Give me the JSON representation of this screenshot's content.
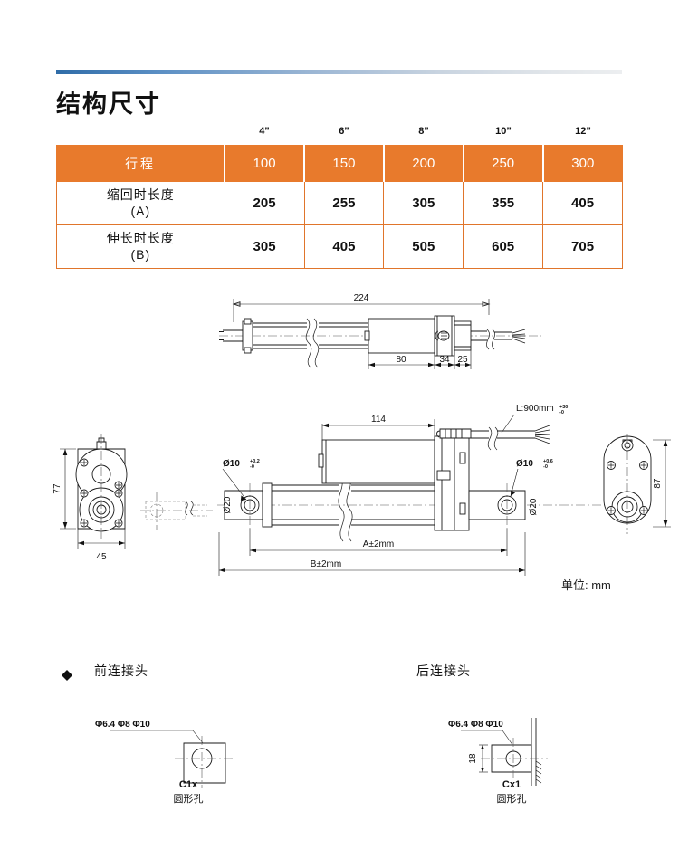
{
  "page": {
    "title": "结构尺寸",
    "unit_note": "单位: mm"
  },
  "table": {
    "inch_labels": [
      "4”",
      "6”",
      "8”",
      "10”",
      "12”"
    ],
    "rows": [
      {
        "label": "行程",
        "sub": "",
        "values": [
          "100",
          "150",
          "200",
          "250",
          "300"
        ]
      },
      {
        "label": "缩回时长度",
        "sub": "(A)",
        "values": [
          "205",
          "255",
          "305",
          "355",
          "405"
        ]
      },
      {
        "label": "伸长时长度",
        "sub": "(B)",
        "values": [
          "305",
          "405",
          "505",
          "605",
          "705"
        ]
      }
    ],
    "header_color": "#E87A2C"
  },
  "drawing_top": {
    "overall": "224",
    "motor_len": "80",
    "gear_len": "34",
    "end_len": "25"
  },
  "drawing_main": {
    "motor_len": "114",
    "cable_label": "L:900mm",
    "cable_tol_up": "+30",
    "cable_tol_dn": "-0",
    "hole_left": "Ø10",
    "hole_left_tol_up": "+0.2",
    "hole_left_tol_dn": "-0",
    "hole_right": "Ø10",
    "hole_right_tol_up": "+0.6",
    "hole_right_tol_dn": "-0",
    "boss_left": "Ø20",
    "boss_right": "Ø20",
    "dim_A": "A±2mm",
    "dim_B": "B±2mm"
  },
  "view_left": {
    "height": "77",
    "width": "45"
  },
  "view_right": {
    "height": "87"
  },
  "connectors": {
    "front_heading": "前连接头",
    "rear_heading": "后连接头",
    "front": {
      "holes": "Φ6.4  Φ8  Φ10",
      "code": "C1x",
      "desc": "圆形孔"
    },
    "rear": {
      "holes": "Φ6.4  Φ8  Φ10",
      "code": "Cx1",
      "desc": "圆形孔",
      "thickness": "18"
    }
  }
}
